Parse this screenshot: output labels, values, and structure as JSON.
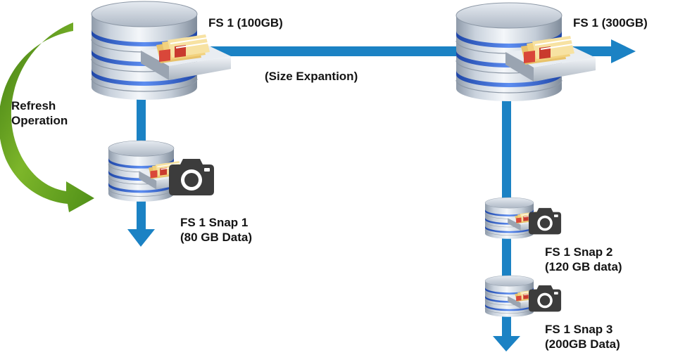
{
  "colors": {
    "flow_arrow": "#1B82C4",
    "refresh_arrow": "#6FA324",
    "disk_silver": "#D3DCE6",
    "disk_ring": "#3E6FD8",
    "camera": "#3C3C3C",
    "text": "#141414"
  },
  "nodes": {
    "fs1_original": {
      "label": "FS 1 (100GB)",
      "icon": "database-server-icon"
    },
    "fs1_expanded": {
      "label": "FS 1 (300GB)",
      "icon": "database-server-icon"
    },
    "snap1": {
      "label_line1": "FS 1 Snap 1",
      "label_line2": "(80 GB Data)",
      "icon": "database-snapshot-icon",
      "badge": "camera-icon"
    },
    "snap2": {
      "label_line1": "FS 1 Snap 2",
      "label_line2": "(120 GB data)",
      "icon": "database-snapshot-icon",
      "badge": "camera-icon"
    },
    "snap3": {
      "label_line1": "FS 1 Snap 3",
      "label_line2": "(200GB Data)",
      "icon": "database-snapshot-icon",
      "badge": "camera-icon"
    }
  },
  "edges": {
    "size_expansion": {
      "label": "(Size Expantion)"
    },
    "refresh": {
      "label_line1": "Refresh",
      "label_line2": "Operation"
    }
  }
}
